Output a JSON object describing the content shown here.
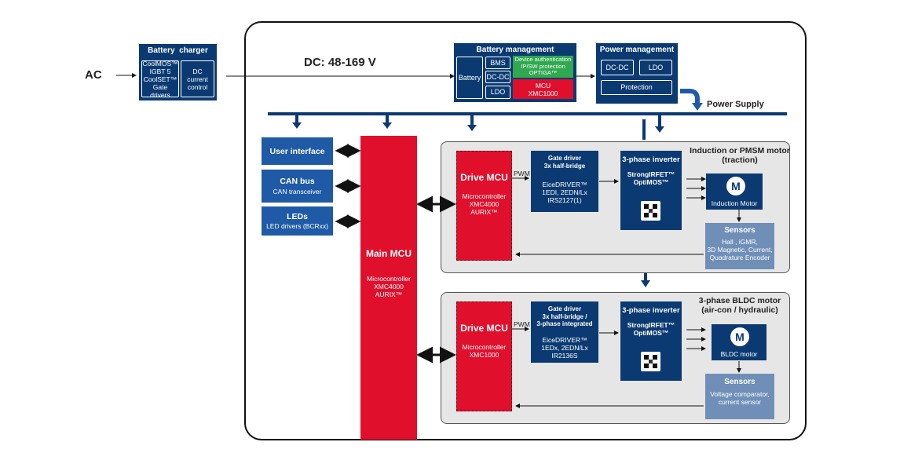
{
  "ac_label": "AC",
  "dc_label": "DC: 48-169 V",
  "power_supply_label": "Power Supply",
  "battery_charger": {
    "title": "Battery  charger",
    "left_lines": [
      "CoolMOS™",
      "IGBT 5",
      "CoolSET™",
      "Gate drivers"
    ],
    "right_lines": [
      "DC",
      "current",
      "control"
    ]
  },
  "battery_management": {
    "title": "Battery management",
    "battery": "Battery",
    "bms": "BMS",
    "dcdc": "DC-DC",
    "ldo": "LDO",
    "auth_lines": [
      "Device authentication",
      "IP/SW protection",
      "OPTIGA™"
    ],
    "mcu_lines": [
      "MCU",
      "XMC1000"
    ]
  },
  "power_management": {
    "title": "Power management",
    "dcdc": "DC-DC",
    "ldo": "LDO",
    "protection": "Protection"
  },
  "user_interface": {
    "title": "User interface"
  },
  "can_bus": {
    "title": "CAN bus",
    "subtitle": "CAN transceiver"
  },
  "leds": {
    "title": "LEDs",
    "subtitle": "LED drivers (BCRxx)"
  },
  "main_mcu": {
    "title": "Main MCU",
    "lines": [
      "Microcontroller",
      "XMC4000",
      "AURIX™"
    ]
  },
  "motor1": {
    "title_lines": [
      "Induction or PMSM motor",
      "(traction)"
    ],
    "drive_mcu_title": "Drive MCU",
    "drive_mcu_lines": [
      "Microcontroller",
      "XMC4000",
      "AURIX™"
    ],
    "pwm": "PWM",
    "gate_title_lines": [
      "Gate driver",
      "3x half-bridge"
    ],
    "gate_lines": [
      "EiceDRIVER™",
      "1EDI, 2EDN/Lx",
      "IRS2127(1)"
    ],
    "inverter_title": "3-phase inverter",
    "inverter_lines": [
      "StrongIRFET™",
      "OptiMOS™"
    ],
    "motor_letter": "M",
    "motor_label": "Induction Motor",
    "sensors_title": "Sensors",
    "sensors_lines": [
      "Hall , iGMR,",
      "3D Magnetic, Current,",
      "Quadrature Encoder"
    ]
  },
  "motor2": {
    "title_lines": [
      "3-phase BLDC motor",
      "(air-con / hydraulic)"
    ],
    "drive_mcu_title": "Drive MCU",
    "drive_mcu_lines": [
      "Microcontroller",
      "XMC1000"
    ],
    "pwm": "PWM",
    "gate_title_lines": [
      "Gate driver",
      "3x half-bridge /",
      "3-phase integrated"
    ],
    "gate_lines": [
      "EiceDRIVER™",
      "1EDx, 2EDN/Lx",
      "IR2136S"
    ],
    "inverter_title": "3-phase inverter",
    "inverter_lines": [
      "StrongIRFET™",
      "OptiMOS™"
    ],
    "motor_letter": "M",
    "motor_label": "BLDC motor",
    "sensors_title": "Sensors",
    "sensors_lines": [
      "Voltage comparator,",
      "current sensor"
    ]
  },
  "colors": {
    "navy": "#0b3a72",
    "blue": "#1f5aa6",
    "red": "#e0102d",
    "green": "#2fa84f",
    "slate": "#6f8fb8",
    "panel": "#e6e6e6"
  }
}
